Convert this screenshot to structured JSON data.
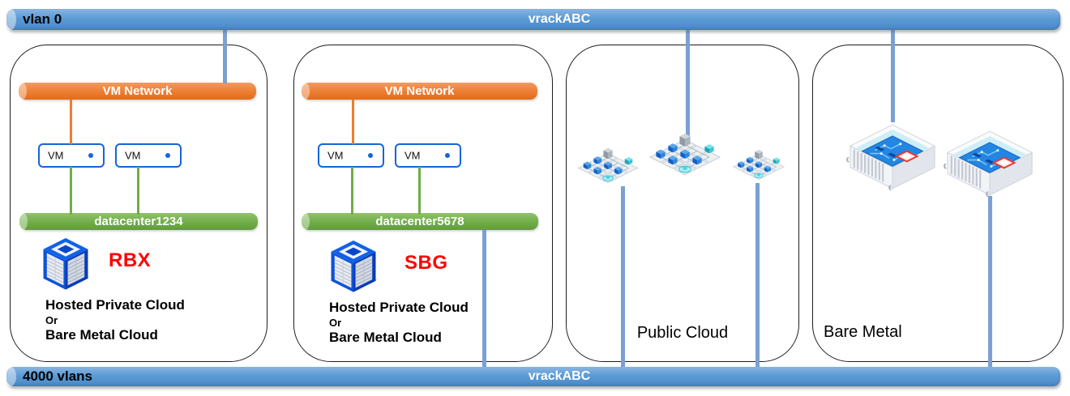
{
  "top_bar": {
    "left_label": "vlan 0",
    "title": "vrackABC"
  },
  "bottom_bar": {
    "left_label": "4000 vlans",
    "title": "vrackABC"
  },
  "containers": [
    {
      "type": "hosted-cloud",
      "site": "RBX",
      "network_label": "VM Network",
      "vms": [
        "VM",
        "VM"
      ],
      "datacenter_label": "datacenter1234",
      "description_lines": [
        "Hosted Private Cloud",
        "Or",
        "Bare Metal Cloud"
      ]
    },
    {
      "type": "hosted-cloud",
      "site": "SBG",
      "network_label": "VM Network",
      "vms": [
        "VM",
        "VM"
      ],
      "datacenter_label": "datacenter5678",
      "description_lines": [
        "Hosted Private Cloud",
        "Or",
        "Bare Metal Cloud"
      ]
    },
    {
      "type": "public-cloud",
      "label": "Public Cloud"
    },
    {
      "type": "bare-metal",
      "label": "Bare Metal"
    }
  ],
  "icons": {
    "hosted_cloud": "datacenter-cube-icon",
    "public_cloud": "cloud-cluster-icon",
    "bare_metal": "bare-metal-server-icon"
  },
  "colors": {
    "vrack_bar": "#5b9bd5",
    "vm_network_bar": "#ed7d31",
    "datacenter_bar": "#70ad47",
    "vm_box_border": "#1565d8",
    "site_label": "#ff0000",
    "connector_blue": "#7aa0d4",
    "connector_orange": "#ed7d31",
    "connector_green": "#70ad47"
  }
}
